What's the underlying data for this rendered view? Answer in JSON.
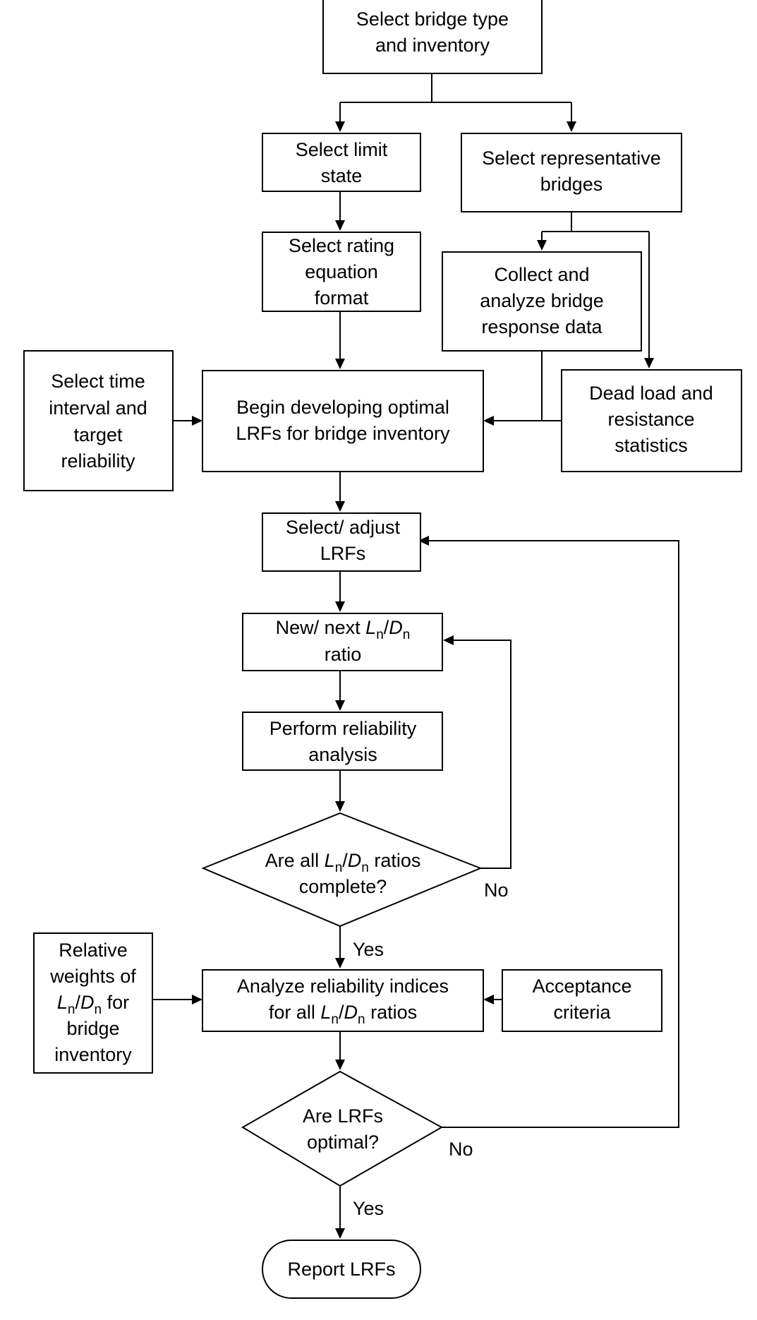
{
  "nodes": {
    "select_bridge_type": [
      "Select bridge type",
      "and inventory"
    ],
    "select_limit_state": [
      "Select limit",
      "state"
    ],
    "select_representative": [
      "Select representative",
      "bridges"
    ],
    "select_rating_equation": [
      "Select rating",
      "equation",
      "format"
    ],
    "collect_response_data": [
      "Collect and",
      "analyze bridge",
      "response data"
    ],
    "select_time_interval": [
      "Select time",
      "interval and",
      "target",
      "reliability"
    ],
    "begin_developing": [
      "Begin developing optimal",
      "LRFs for bridge inventory"
    ],
    "dead_load_stats": [
      "Dead load and",
      "resistance",
      "statistics"
    ],
    "select_adjust_lrfs": [
      "Select/ adjust",
      "LRFs"
    ],
    "new_next_ratio": {
      "prefix": "New/ next ",
      "line2": "ratio"
    },
    "perform_reliability": [
      "Perform reliability",
      "analysis"
    ],
    "are_all_ratios": {
      "prefix": "Are all ",
      "suffix": " ratios",
      "line2": "complete?"
    },
    "relative_weights": {
      "line1": "Relative",
      "line2": "weights of",
      "suffix3": " for",
      "line4": "bridge",
      "line5": "inventory"
    },
    "analyze_reliability": {
      "line1": "Analyze reliability indices",
      "prefix2": "for all ",
      "suffix2": " ratios"
    },
    "acceptance_criteria": [
      "Acceptance",
      "criteria"
    ],
    "are_lrfs_optimal": [
      "Are LRFs",
      "optimal?"
    ],
    "report_lrfs": "Report LRFs"
  },
  "ratio": {
    "L": "L",
    "D": "D",
    "sub": "n",
    "slash": "/"
  },
  "edge_labels": {
    "no_ratios": "No",
    "yes_ratios": "Yes",
    "no_optimal": "No",
    "yes_optimal": "Yes"
  },
  "colors": {
    "stroke": "#000000",
    "background": "#ffffff"
  }
}
